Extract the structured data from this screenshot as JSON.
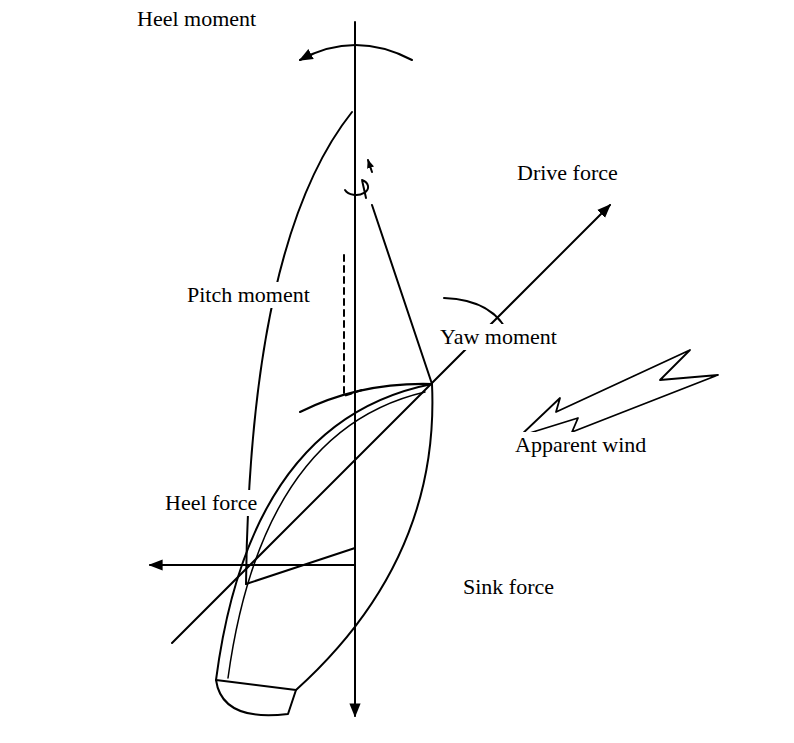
{
  "diagram": {
    "labels": [
      "Heel moment",
      "Pitch moment",
      "Drive force",
      "Yaw moment",
      "Apparent wind",
      "Heel force",
      "Sink force"
    ]
  }
}
